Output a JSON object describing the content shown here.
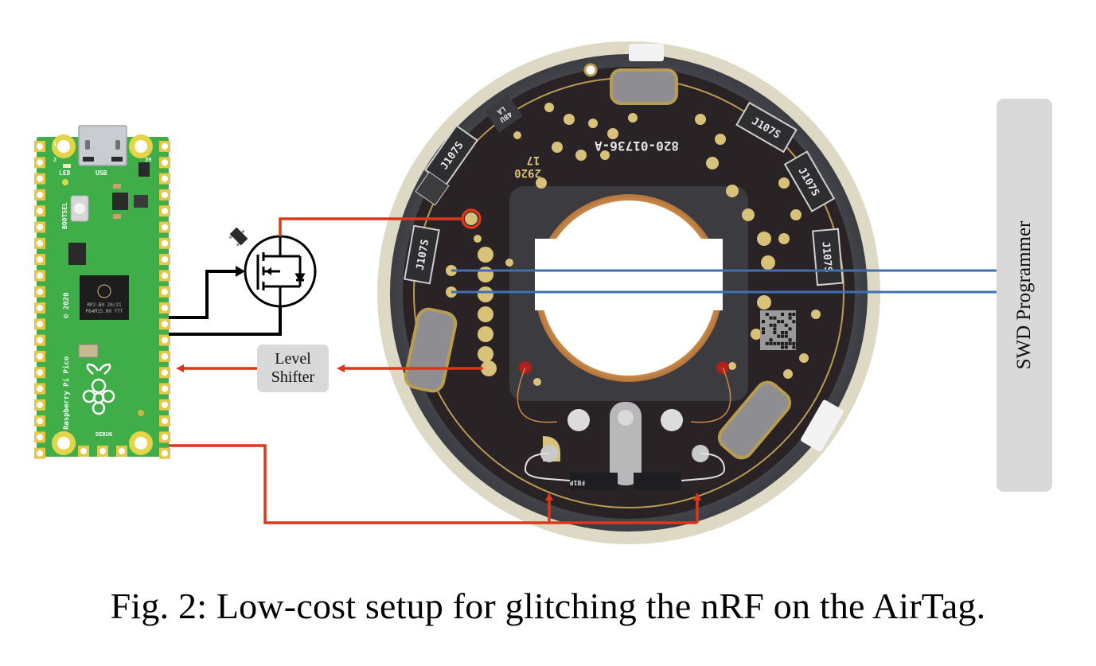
{
  "figure": {
    "caption": "Fig. 2: Low-cost setup for glitching the nRF on the AirTag.",
    "components": {
      "pico": {
        "name": "Raspberry Pi Pico",
        "silkscreen_name": "Raspberry Pi Pico",
        "copyright": "© 2020",
        "labels": {
          "led": "LED",
          "usb": "USB",
          "bootsel": "BOOTSEL",
          "debug": "DEBUG",
          "pin1": "1",
          "pin2": "2",
          "pin39": "39"
        },
        "chip_lines": [
          "RP2-B0  20/21",
          "P64M15.00 TTT"
        ]
      },
      "mosfet": {
        "name": "MOSFET",
        "symbol": "n-channel enhancement MOSFET with body diode"
      },
      "level_shifter": {
        "line1": "Level",
        "line2": "Shifter"
      },
      "swd_programmer": {
        "label": "SWD Programmer"
      },
      "airtag_pcb": {
        "name": "AirTag logic board",
        "part_number": "820-01736-A",
        "date_code_line1": "17",
        "date_code_line2": "2920",
        "tvs_marking": "J107S",
        "ic_marking_line1": "48U",
        "ic_marking_line2": "LA",
        "connector_marking": "FB1P"
      }
    },
    "connections": [
      {
        "from": "pico",
        "to": "mosfet-gate",
        "color": "black"
      },
      {
        "from": "pico-gnd",
        "to": "mosfet-source",
        "color": "black"
      },
      {
        "from": "mosfet-drain",
        "to": "airtag-test-pad",
        "color": "red"
      },
      {
        "from": "airtag-pad",
        "to": "level-shifter",
        "color": "red",
        "arrow": true
      },
      {
        "from": "level-shifter",
        "to": "pico",
        "color": "red",
        "arrow": true
      },
      {
        "from": "pico",
        "to": "airtag-battery-contacts",
        "color": "red",
        "arrow": true
      },
      {
        "from": "airtag-swdio",
        "to": "swd-programmer",
        "color": "blue"
      },
      {
        "from": "airtag-swdclk",
        "to": "swd-programmer",
        "color": "blue"
      }
    ],
    "colors": {
      "wire_red": "#d9391a",
      "wire_blue": "#3f6fb5",
      "wire_black": "#000000",
      "pcb_green": "#3fae49",
      "pad_gold": "#e8c84a",
      "airtag_pcb": "#2a2326",
      "box_gray": "#d9d9d9"
    }
  }
}
